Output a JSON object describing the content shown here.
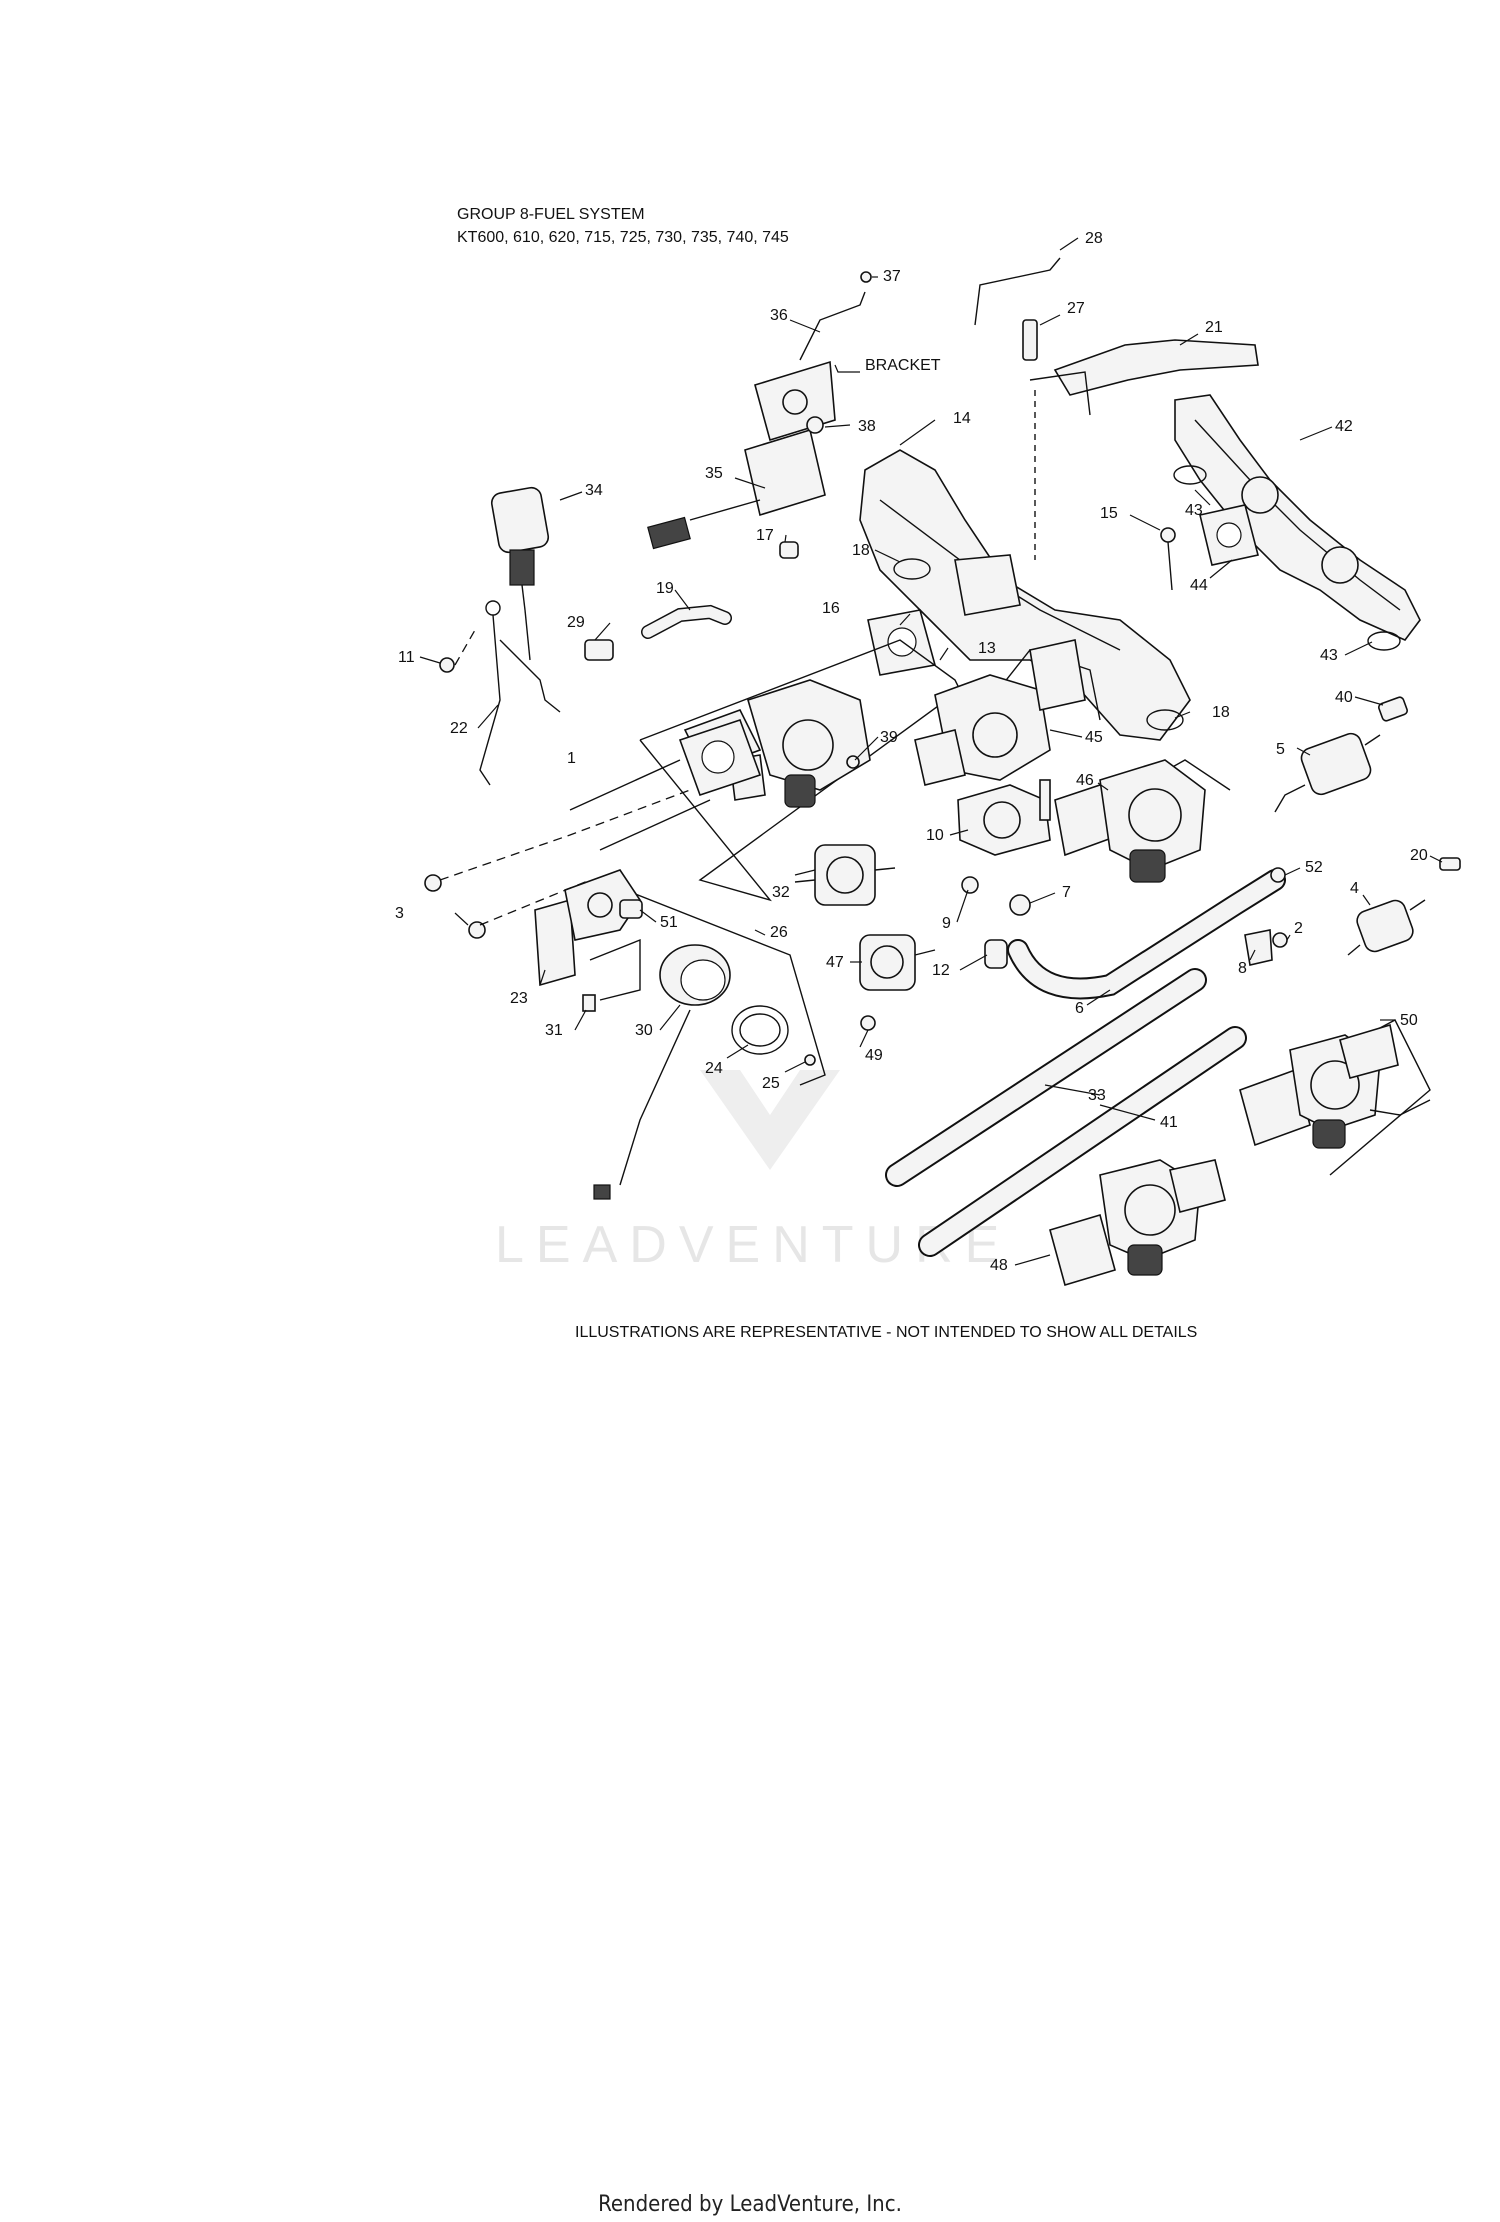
{
  "header": {
    "title": "GROUP 8-FUEL SYSTEM",
    "models": "KT600, 610, 620, 715, 725, 730, 735, 740, 745"
  },
  "disclaimer": "ILLUSTRATIONS ARE REPRESENTATIVE - NOT INTENDED TO SHOW ALL DETAILS",
  "watermark": "LEADVENTURE",
  "footer": "Rendered by LeadVenture, Inc.",
  "callouts": [
    {
      "id": "c1",
      "label": "1"
    },
    {
      "id": "c2",
      "label": "2"
    },
    {
      "id": "c3",
      "label": "3"
    },
    {
      "id": "c4",
      "label": "4"
    },
    {
      "id": "c5",
      "label": "5"
    },
    {
      "id": "c6",
      "label": "6"
    },
    {
      "id": "c7",
      "label": "7"
    },
    {
      "id": "c8",
      "label": "8"
    },
    {
      "id": "c9",
      "label": "9"
    },
    {
      "id": "c10",
      "label": "10"
    },
    {
      "id": "c11",
      "label": "11"
    },
    {
      "id": "c12",
      "label": "12"
    },
    {
      "id": "c13",
      "label": "13"
    },
    {
      "id": "c14",
      "label": "14"
    },
    {
      "id": "c15",
      "label": "15"
    },
    {
      "id": "c16",
      "label": "16"
    },
    {
      "id": "c17",
      "label": "17"
    },
    {
      "id": "c18a",
      "label": "18"
    },
    {
      "id": "c18b",
      "label": "18"
    },
    {
      "id": "c19",
      "label": "19"
    },
    {
      "id": "c20",
      "label": "20"
    },
    {
      "id": "c21",
      "label": "21"
    },
    {
      "id": "c22",
      "label": "22"
    },
    {
      "id": "c23",
      "label": "23"
    },
    {
      "id": "c24",
      "label": "24"
    },
    {
      "id": "c25",
      "label": "25"
    },
    {
      "id": "c26",
      "label": "26"
    },
    {
      "id": "c27",
      "label": "27"
    },
    {
      "id": "c28",
      "label": "28"
    },
    {
      "id": "c29",
      "label": "29"
    },
    {
      "id": "c30",
      "label": "30"
    },
    {
      "id": "c31",
      "label": "31"
    },
    {
      "id": "c32",
      "label": "32"
    },
    {
      "id": "c33",
      "label": "33"
    },
    {
      "id": "c34",
      "label": "34"
    },
    {
      "id": "c35",
      "label": "35"
    },
    {
      "id": "c36",
      "label": "36"
    },
    {
      "id": "c37",
      "label": "37"
    },
    {
      "id": "c38",
      "label": "38"
    },
    {
      "id": "c39",
      "label": "39"
    },
    {
      "id": "c40",
      "label": "40"
    },
    {
      "id": "c41",
      "label": "41"
    },
    {
      "id": "c42",
      "label": "42"
    },
    {
      "id": "c43a",
      "label": "43"
    },
    {
      "id": "c43b",
      "label": "43"
    },
    {
      "id": "c44",
      "label": "44"
    },
    {
      "id": "c45",
      "label": "45"
    },
    {
      "id": "c46",
      "label": "46"
    },
    {
      "id": "c47",
      "label": "47"
    },
    {
      "id": "c48",
      "label": "48"
    },
    {
      "id": "c49",
      "label": "49"
    },
    {
      "id": "c50",
      "label": "50"
    },
    {
      "id": "c51",
      "label": "51"
    },
    {
      "id": "c52",
      "label": "52"
    },
    {
      "id": "cbr",
      "label": "BRACKET"
    }
  ]
}
